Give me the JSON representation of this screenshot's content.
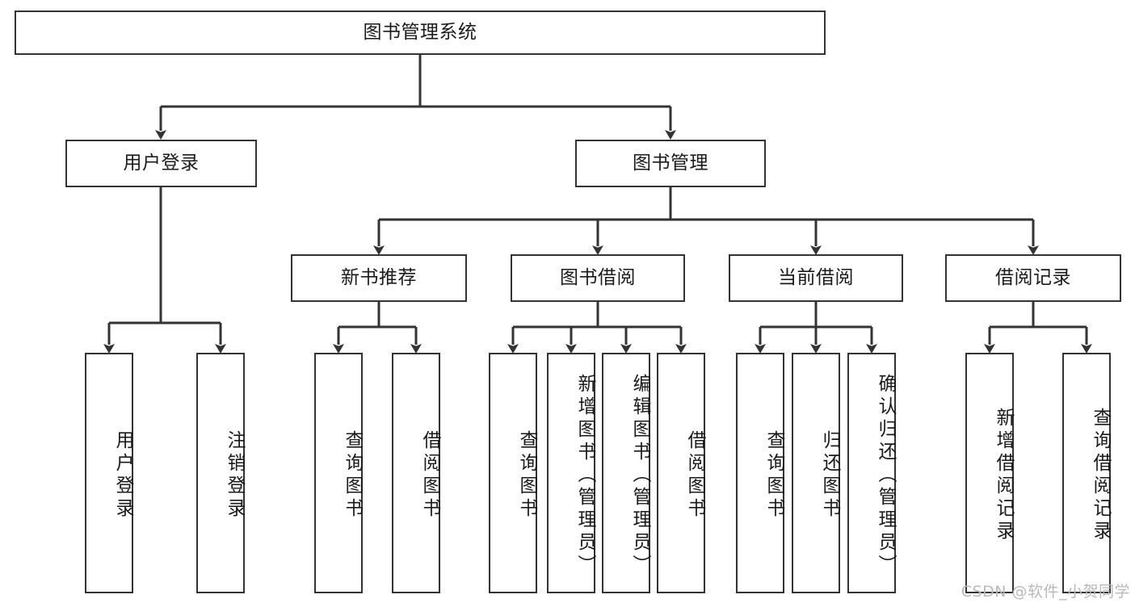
{
  "diagram": {
    "title": "图书管理系统",
    "watermark": "CSDN @软件_小贺同学",
    "colors": {
      "stroke": "#333333",
      "fill": "#ffffff",
      "text": "#1a1a1a",
      "watermark": "#b9b9b9"
    },
    "root": {
      "label": "图书管理系统"
    },
    "level2": [
      {
        "label": "用户登录"
      },
      {
        "label": "图书管理"
      }
    ],
    "level3": [
      {
        "label": "新书推荐"
      },
      {
        "label": "图书借阅"
      },
      {
        "label": "当前借阅"
      },
      {
        "label": "借阅记录"
      }
    ],
    "leaves": {
      "user_login": [
        {
          "label": "用户登录"
        },
        {
          "label": "注销登录"
        }
      ],
      "new_book": [
        {
          "label": "查询图书"
        },
        {
          "label": "借阅图书"
        }
      ],
      "borrow_book": [
        {
          "label": "查询图书"
        },
        {
          "label": "新增图书（管理员）"
        },
        {
          "label": "编辑图书（管理员）"
        },
        {
          "label": "借阅图书"
        }
      ],
      "current_borrow": [
        {
          "label": "查询图书"
        },
        {
          "label": "归还图书"
        },
        {
          "label": "确认归还（管理员）"
        }
      ],
      "borrow_record": [
        {
          "label": "新增借阅记录"
        },
        {
          "label": "查询借阅记录"
        }
      ]
    }
  }
}
